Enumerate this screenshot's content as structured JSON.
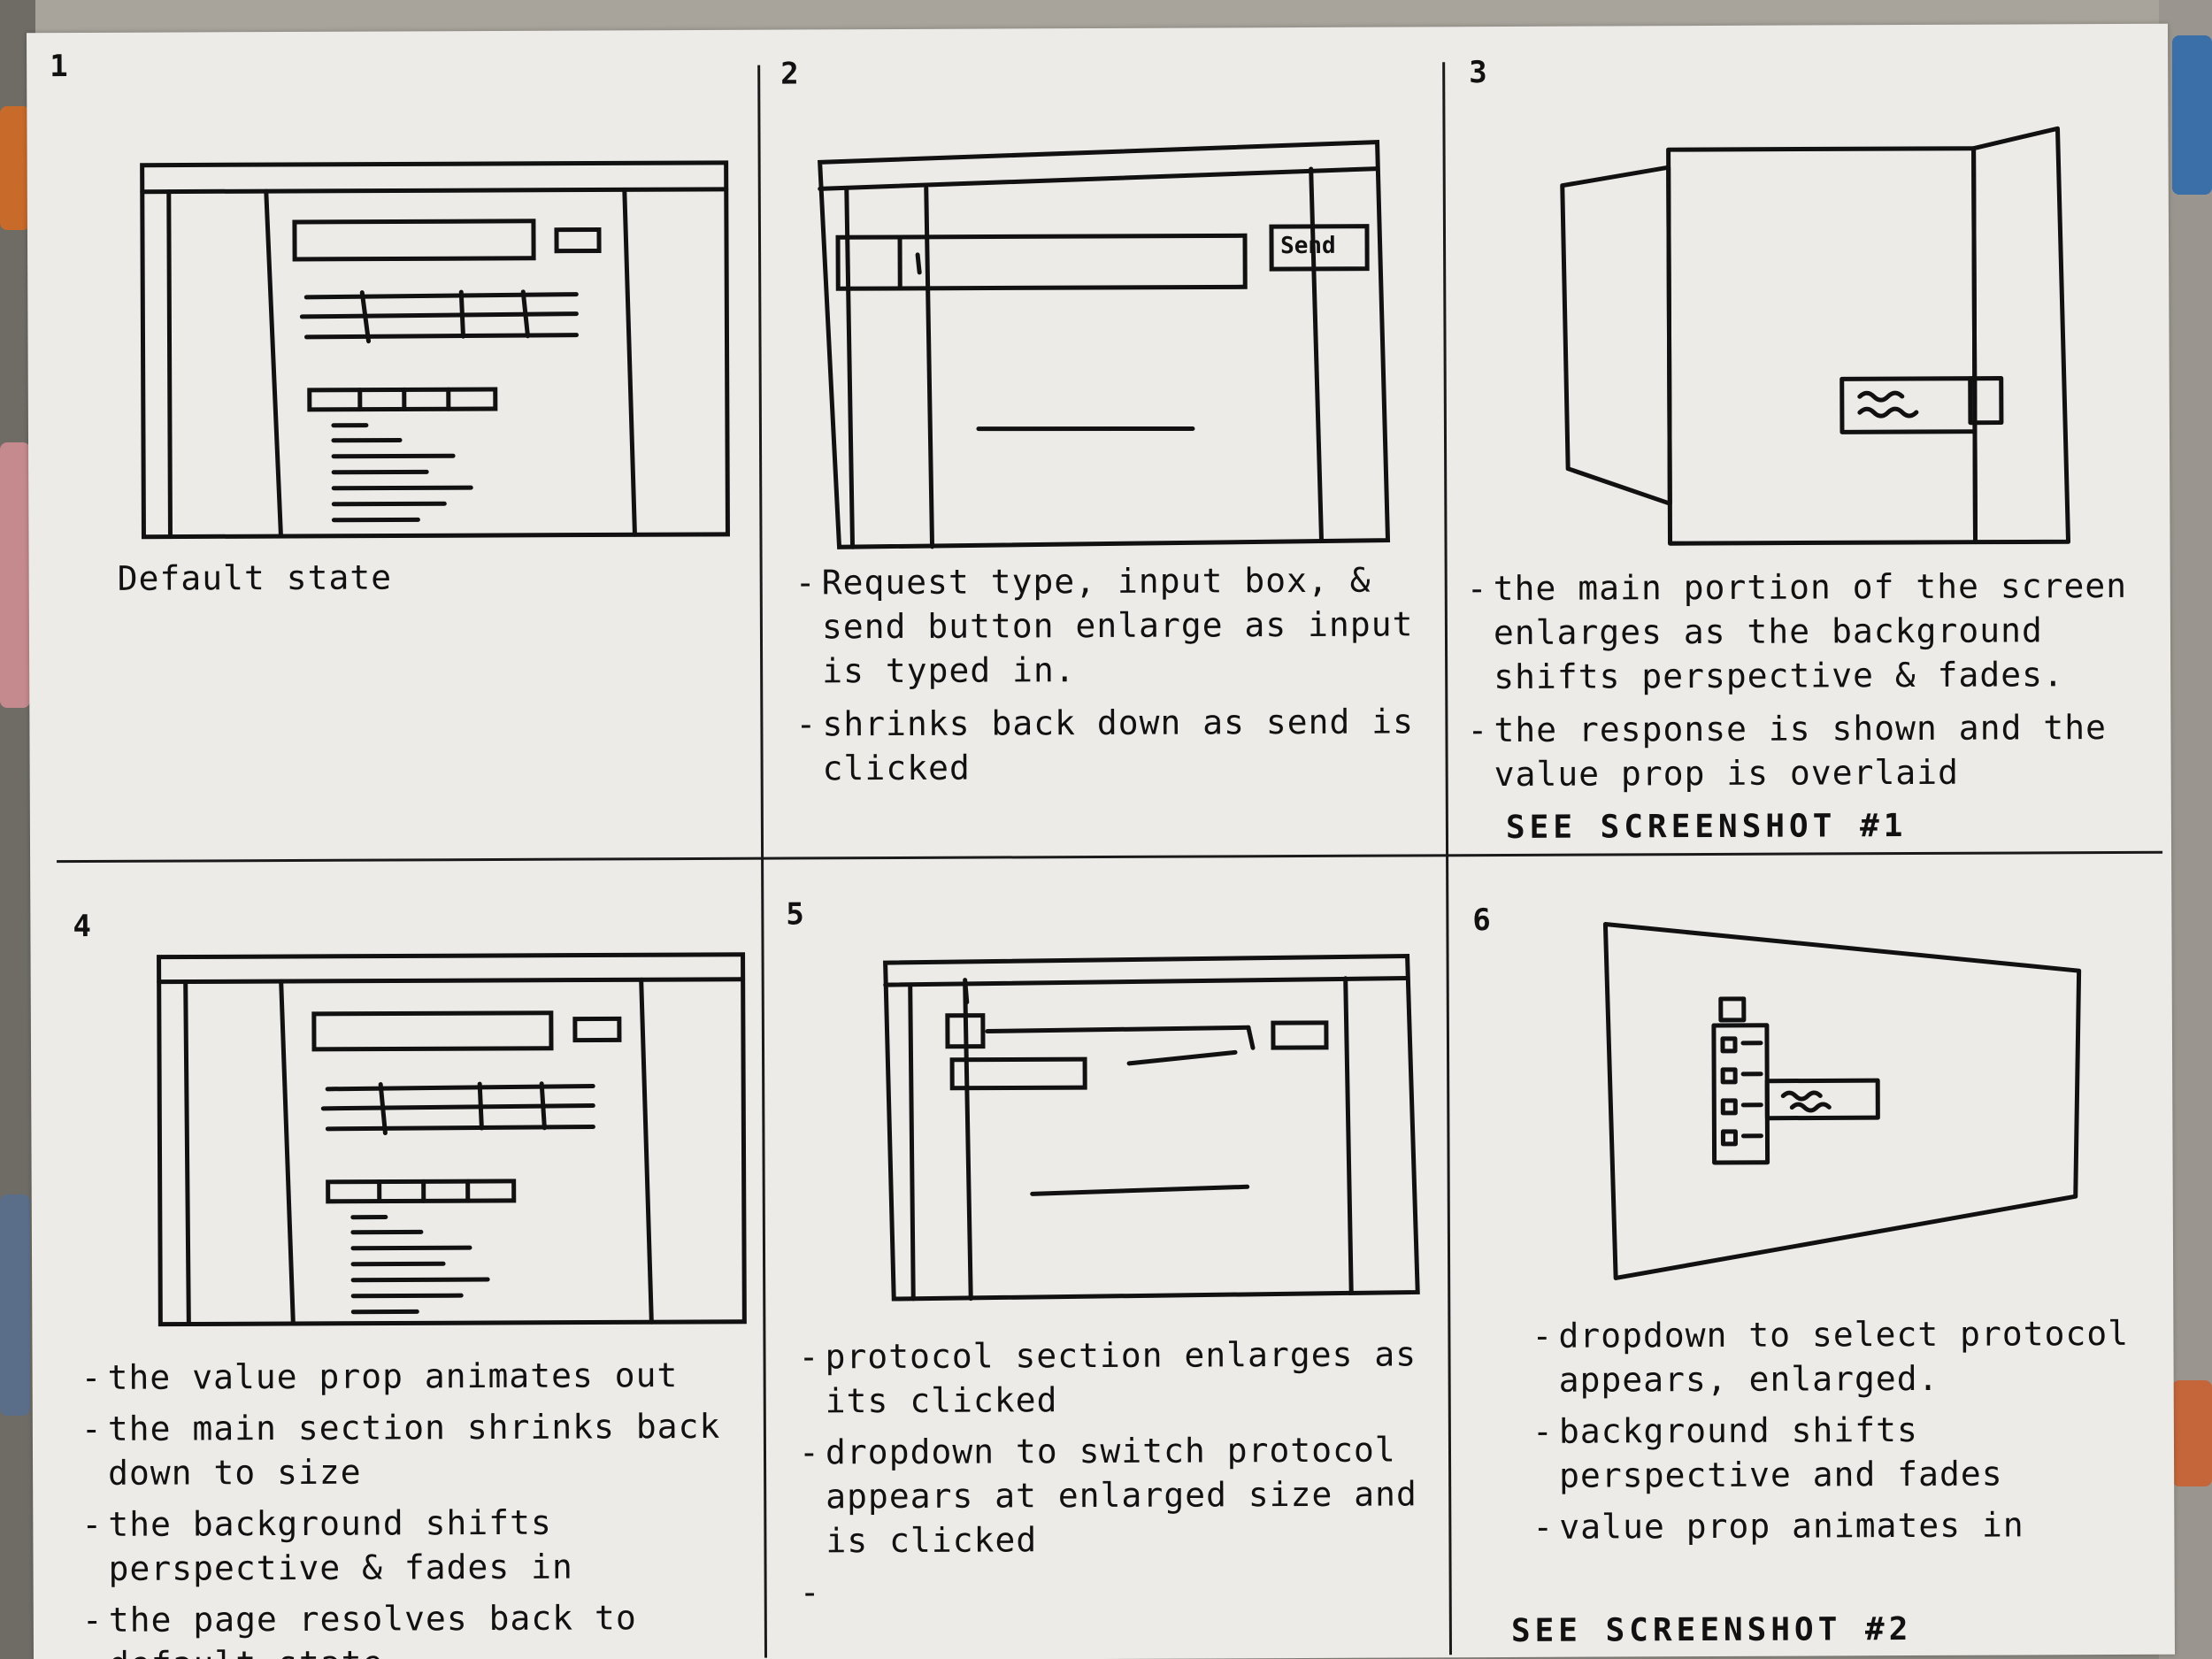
{
  "panels": [
    {
      "number": "1",
      "caption": "Default state",
      "notes": [],
      "see": ""
    },
    {
      "number": "2",
      "button_label": "Send",
      "notes": [
        "Request type, input box, & send button enlarge as input is typed in.",
        "shrinks back down as send is clicked"
      ],
      "see": ""
    },
    {
      "number": "3",
      "notes": [
        "the main portion of the screen enlarges as the background shifts perspective & fades.",
        "the response is shown and the value prop is overlaid"
      ],
      "see": "SEE SCREENSHOT #1"
    },
    {
      "number": "4",
      "notes": [
        "the value prop animates out",
        "the main section shrinks back down to size",
        "the background shifts perspective & fades in",
        "the page resolves back to default state"
      ],
      "see": ""
    },
    {
      "number": "5",
      "notes": [
        "protocol section enlarges as its clicked",
        "dropdown to switch protocol appears at enlarged size and is clicked",
        ""
      ],
      "see": ""
    },
    {
      "number": "6",
      "notes": [
        "dropdown to select protocol appears, enlarged.",
        "background shifts perspective and fades",
        "value prop animates in"
      ],
      "see": "SEE SCREENSHOT #2"
    }
  ]
}
